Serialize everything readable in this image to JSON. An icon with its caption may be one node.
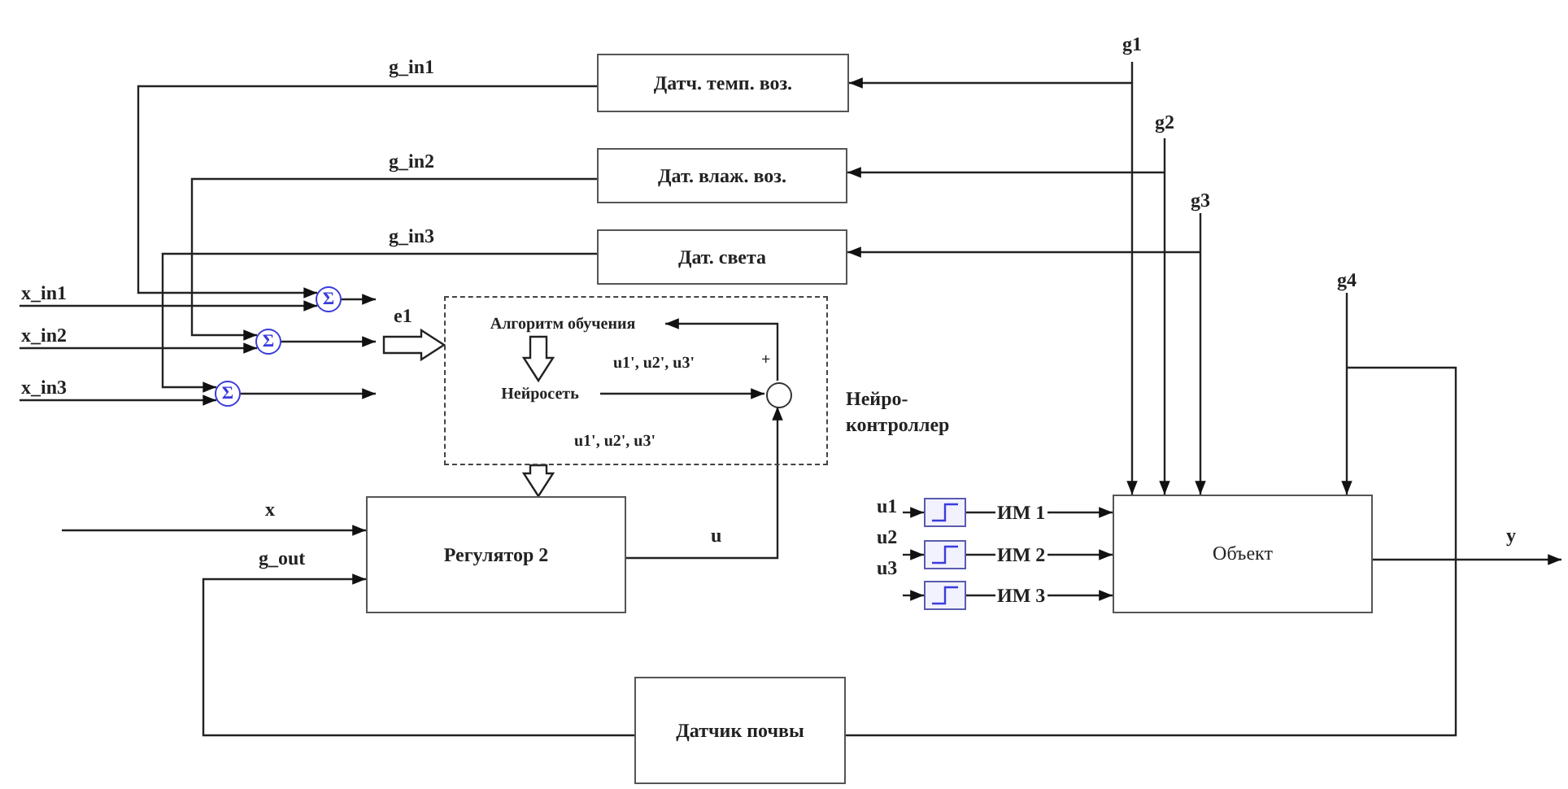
{
  "diagram": {
    "nodes": [
      {
        "text": [
          "Датч. темп. воз."
        ]
      },
      {
        "text": [
          "Дат. влаж. воз."
        ]
      },
      {
        "text": [
          "Дат. света"
        ]
      },
      {
        "text": [],
        "shape": "box",
        "beside": [
          "Нейро- контроллер"
        ]
      },
      {
        "text": [
          "Алгоритм обучения"
        ],
        "in": 3
      },
      {
        "text": [
          "Нейросеть"
        ],
        "in": 3
      },
      {
        "text": [],
        "shape": "circle",
        "in": 3
      },
      {
        "text": [
          "Регулятор 2"
        ]
      },
      {
        "text": [
          "Объект"
        ]
      },
      {
        "text": [
          "Датчик почвы"
        ]
      },
      {
        "text": [
          "Σ"
        ]
      },
      {
        "text": [
          "Σ"
        ]
      },
      {
        "text": [
          "Σ"
        ]
      },
      {
        "text": [],
        "shape": "box"
      },
      {
        "text": [],
        "shape": "box"
      },
      {
        "text": [],
        "shape": "box"
      }
    ],
    "edges": [
      {
        "from": 0,
        "to": 10,
        "arrow": "to",
        "label": "g_in1"
      },
      {
        "from": null,
        "to": 10,
        "arrow": "to",
        "label": "x_in1"
      },
      {
        "from": 1,
        "to": 11,
        "arrow": "to",
        "label": "g_in2"
      },
      {
        "from": null,
        "to": 11,
        "arrow": "to",
        "label": "x_in2"
      },
      {
        "from": 2,
        "to": 12,
        "arrow": "to",
        "label": "g_in3"
      },
      {
        "from": null,
        "to": 12,
        "arrow": "to",
        "label": "x_in3"
      },
      {
        "from": 10,
        "to": null,
        "arrow": "to"
      },
      {
        "from": 11,
        "to": null,
        "arrow": "to"
      },
      {
        "from": 12,
        "to": null,
        "arrow": "to"
      },
      {
        "from": null,
        "to": 3,
        "arrow": "to",
        "label": "e1",
        "style": "thick"
      },
      {
        "from": 6,
        "to": 4,
        "arrow": "to"
      },
      {
        "from": 4,
        "to": 5,
        "arrow": "to",
        "style": "thick"
      },
      {
        "from": 5,
        "to": 6,
        "arrow": "to",
        "label": "u1', u2', u3'"
      },
      {
        "from": 3,
        "to": 7,
        "arrow": "to",
        "label": "u1', u2', u3'",
        "style": "thick"
      },
      {
        "from": null,
        "to": 7,
        "arrow": "to",
        "label": "x"
      },
      {
        "from": 9,
        "to": 7,
        "arrow": "to",
        "label": "g_out"
      },
      {
        "from": 7,
        "to": 6,
        "arrow": "to",
        "label": "u"
      },
      {
        "from": null,
        "to": 13,
        "arrow": "to",
        "label": "u1"
      },
      {
        "from": null,
        "to": 14,
        "arrow": "to",
        "label": "u2"
      },
      {
        "from": null,
        "to": 15,
        "arrow": "to",
        "label": "u3"
      },
      {
        "from": 13,
        "to": 8,
        "arrow": "to",
        "label": "ИМ 1"
      },
      {
        "from": 14,
        "to": 8,
        "arrow": "to",
        "label": "ИМ 2"
      },
      {
        "from": 15,
        "to": 8,
        "arrow": "to",
        "label": "ИМ 3"
      },
      {
        "from": null,
        "to": 8,
        "arrow": "to",
        "label": "g1"
      },
      {
        "from": null,
        "to": 0,
        "arrow": "to"
      },
      {
        "from": null,
        "to": 8,
        "arrow": "to",
        "label": "g2"
      },
      {
        "from": null,
        "to": 1,
        "arrow": "to"
      },
      {
        "from": null,
        "to": 8,
        "arrow": "to",
        "label": "g3"
      },
      {
        "from": null,
        "to": 2,
        "arrow": "to"
      },
      {
        "from": null,
        "to": 8,
        "arrow": "to",
        "label": "g4"
      },
      {
        "from": 8,
        "to": null,
        "arrow": "to",
        "label": "y"
      },
      {
        "from": null,
        "to": 9,
        "arrow": "none"
      }
    ],
    "labels": [
      "+"
    ]
  }
}
